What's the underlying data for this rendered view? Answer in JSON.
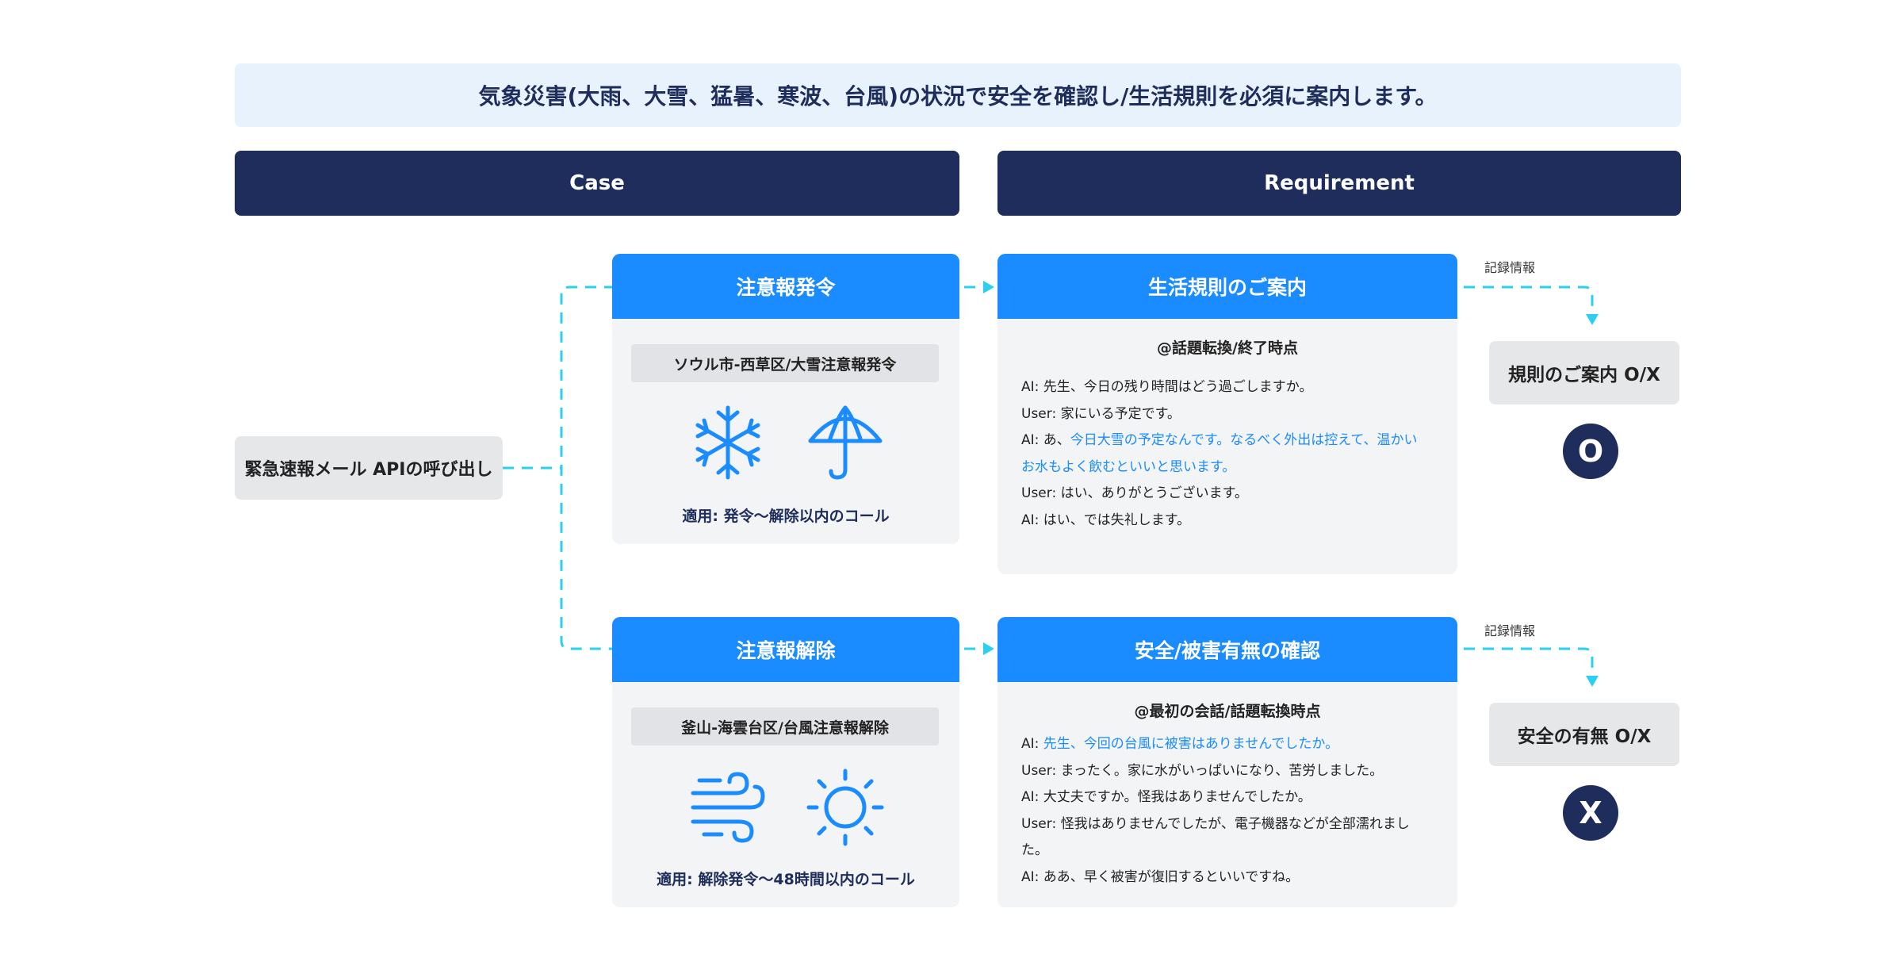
{
  "banner": "気象災害(大雨、大雪、猛暑、寒波、台風)の状況で安全を確認し/生活規則を必須に案内します。",
  "headers": {
    "case": "Case",
    "requirement": "Requirement"
  },
  "trigger": "緊急速報メール APIの呼び出し",
  "cases": [
    {
      "title": "注意報発令",
      "chip": "ソウル市-西草区/大雪注意報発令",
      "icons": [
        "snowflake-icon",
        "umbrella-icon"
      ],
      "apply": "適用: 発令～解除以内のコール"
    },
    {
      "title": "注意報解除",
      "chip": "釜山-海雲台区/台風注意報解除",
      "icons": [
        "wind-icon",
        "sun-icon"
      ],
      "apply": "適用: 解除発令～48時間以内のコール"
    }
  ],
  "requirements": [
    {
      "title": "生活規則のご案内",
      "subtitle": "@話題転換/終了時点",
      "lines": [
        {
          "speaker": "AI: ",
          "text": "先生、今日の残り時間はどう過ごしますか。",
          "highlight": ""
        },
        {
          "speaker": "User: ",
          "text": "家にいる予定です。",
          "highlight": ""
        },
        {
          "speaker": "AI: ",
          "text": "あ、",
          "highlight": "今日大雪の予定なんです。なるべく外出は控えて、温かい"
        },
        {
          "speaker": "",
          "text": "",
          "highlight": "お水もよく飲むといいと思います。"
        },
        {
          "speaker": "User: ",
          "text": "はい、ありがとうございます。",
          "highlight": ""
        },
        {
          "speaker": "AI: ",
          "text": "はい、では失礼します。",
          "highlight": ""
        }
      ]
    },
    {
      "title": "安全/被害有無の確認",
      "subtitle": "@最初の会話/話題転換時点",
      "lines": [
        {
          "speaker": "AI: ",
          "text": "",
          "highlight": "先生、今回の台風に被害はありませんでしたか。"
        },
        {
          "speaker": "User: ",
          "text": "まったく。家に水がいっぱいになり、苦労しました。",
          "highlight": ""
        },
        {
          "speaker": "AI: ",
          "text": "大丈夫ですか。怪我はありませんでしたか。",
          "highlight": ""
        },
        {
          "speaker": "User: ",
          "text": "怪我はありませんでしたが、電子機器などが全部濡れまし",
          "highlight": ""
        },
        {
          "speaker": "",
          "text": "た。",
          "highlight": ""
        },
        {
          "speaker": "AI: ",
          "text": "ああ、早く被害が復旧するといいですね。",
          "highlight": ""
        }
      ]
    }
  ],
  "records": [
    {
      "label": "記録情報",
      "box": "規則のご案内 O/X",
      "result": "O"
    },
    {
      "label": "記録情報",
      "box": "安全の有無 O/X",
      "result": "X"
    }
  ],
  "colors": {
    "navy": "#1e2d5c",
    "blue": "#1a8cff",
    "connector": "#2ad0ee",
    "banner_bg": "#e8f2fd"
  }
}
